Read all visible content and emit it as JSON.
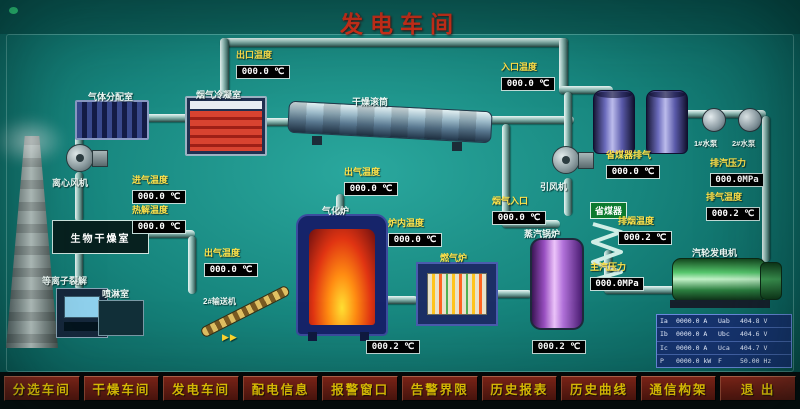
{
  "title": "发电车间",
  "colors": {
    "background_teal": "#17867e",
    "title_red": "#e03018",
    "label_yellow": "#ffe24a",
    "gauge_bg": "#000000",
    "gauge_text": "#ffffff",
    "button_bg": "#6c1a0e",
    "button_text": "#ffd800",
    "economizer_green": "#0c7a2e"
  },
  "equipment": {
    "gas_distribution": "气体分配室",
    "flue_condenser": "烟气冷凝室",
    "drying_drum": "干燥滚筒",
    "centrifugal_fan": "离心风机",
    "bio_drying_room": "生物干燥室",
    "plasma_cracking": "等离子裂解",
    "spray_room": "喷淋室",
    "conveyor": "2#输送机",
    "gasifier": "气化炉",
    "gas_furnace": "燃气炉",
    "steam_boiler": "蒸汽锅炉",
    "economizer": "省煤器",
    "induced_fan": "引风机",
    "turbine_generator": "汽轮发电机",
    "pump1": "1#水泵",
    "pump2": "2#水泵"
  },
  "gauges": [
    {
      "label": "出口温度",
      "value": "000.0 ℃"
    },
    {
      "label": "入口温度",
      "value": "000.0 ℃"
    },
    {
      "label": "进气温度",
      "value": "000.0 ℃"
    },
    {
      "label": "热解温度",
      "value": "000.0 ℃"
    },
    {
      "label": "出气温度",
      "value": "000.0 ℃"
    },
    {
      "label": "出气温度",
      "value": "000.0 ℃"
    },
    {
      "label": "炉内温度",
      "value": "000.0 ℃"
    },
    {
      "label": "烟气入口",
      "value": "000.0 ℃"
    },
    {
      "label": "",
      "value": "000.2 ℃"
    },
    {
      "label": "",
      "value": "000.2 ℃"
    },
    {
      "label": "省煤器排气",
      "value": "000.0 ℃"
    },
    {
      "label": "排烟温度",
      "value": "000.2 ℃"
    },
    {
      "label": "排汽压力",
      "value": "000.0MPa"
    },
    {
      "label": "排气温度",
      "value": "000.2 ℃"
    },
    {
      "label": "主汽压力",
      "value": "000.0MPa"
    }
  ],
  "generator_panel": {
    "rows": [
      [
        "Ia",
        "0000.0 A",
        "Uab",
        "404.8 V"
      ],
      [
        "Ib",
        "0000.0 A",
        "Ubc",
        "404.6 V"
      ],
      [
        "Ic",
        "0000.0 A",
        "Uca",
        "404.7 V"
      ],
      [
        "P",
        "0000.0 kW",
        "F",
        "50.00 Hz"
      ]
    ]
  },
  "menu": [
    "分选车间",
    "干燥车间",
    "发电车间",
    "配电信息",
    "报警窗口",
    "告警界限",
    "历史报表",
    "历史曲线",
    "通信构架",
    "退 出"
  ],
  "conveyor_arrows": "▶▶"
}
